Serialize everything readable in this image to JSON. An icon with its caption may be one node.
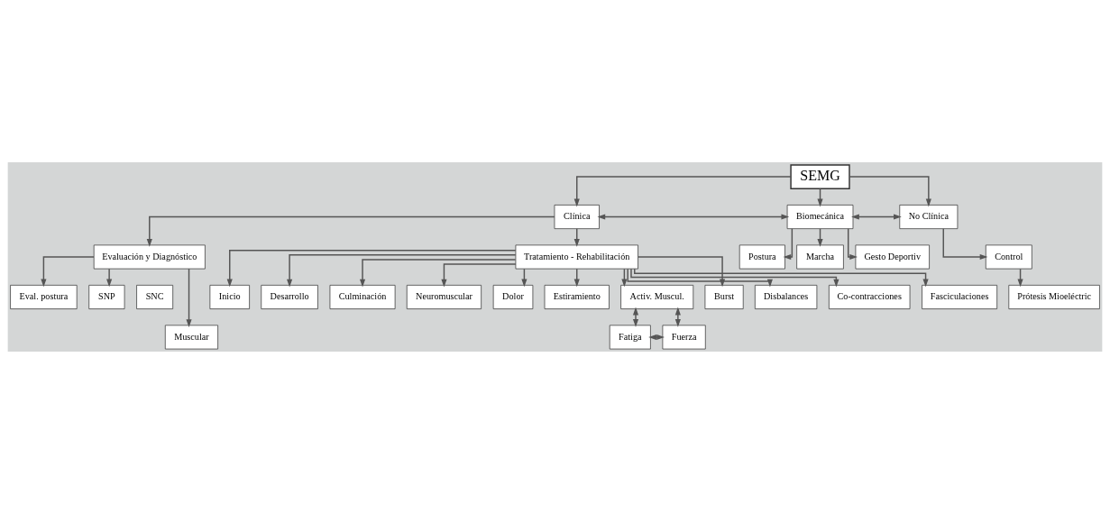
{
  "diagram": {
    "nodes": [
      {
        "text": [
          "SEMG"
        ]
      },
      {
        "text": [
          "Clínica"
        ]
      },
      {
        "text": [
          "Biomecánica"
        ]
      },
      {
        "text": [
          "No Clínica"
        ]
      },
      {
        "text": [
          "Evaluación y Diagnóstico"
        ]
      },
      {
        "text": [
          "Tratamiento - Rehabilitación"
        ]
      },
      {
        "text": [
          "Postura"
        ]
      },
      {
        "text": [
          "Marcha"
        ]
      },
      {
        "text": [
          "Gesto Deportiv"
        ]
      },
      {
        "text": [
          "Control"
        ]
      },
      {
        "text": [
          "Inicio"
        ]
      },
      {
        "text": [
          "Desarrollo"
        ]
      },
      {
        "text": [
          "Culminación"
        ]
      },
      {
        "text": [
          "Prótesis Mioeléctric"
        ]
      },
      {
        "text": [
          "Eval. postura"
        ]
      },
      {
        "text": [
          "SNP"
        ]
      },
      {
        "text": [
          "SNC"
        ]
      },
      {
        "text": [
          "Neuromuscular"
        ]
      },
      {
        "text": [
          "Dolor"
        ]
      },
      {
        "text": [
          "Estiramiento"
        ]
      },
      {
        "text": [
          "Activ. Muscul."
        ]
      },
      {
        "text": [
          "Fatiga"
        ]
      },
      {
        "text": [
          "Fuerza"
        ]
      },
      {
        "text": [
          "Muscular"
        ]
      },
      {
        "text": [
          "Burst"
        ]
      },
      {
        "text": [
          "Disbalances"
        ]
      },
      {
        "text": [
          "Co-contracciones"
        ]
      },
      {
        "text": [
          "Fasciculaciones"
        ]
      }
    ],
    "edges": [
      {
        "from": 0,
        "to": 1,
        "arrow": "to"
      },
      {
        "from": 0,
        "to": 2,
        "arrow": "to"
      },
      {
        "from": 0,
        "to": 3,
        "arrow": "to"
      },
      {
        "from": 1,
        "to": 2,
        "arrow": "both"
      },
      {
        "from": 2,
        "to": 3,
        "arrow": "both"
      },
      {
        "from": 1,
        "to": 4,
        "arrow": "to"
      },
      {
        "from": 1,
        "to": 5,
        "arrow": "to"
      },
      {
        "from": 2,
        "to": 6,
        "arrow": "to"
      },
      {
        "from": 2,
        "to": 7,
        "arrow": "to"
      },
      {
        "from": 2,
        "to": 8,
        "arrow": "to"
      },
      {
        "from": 3,
        "to": 9,
        "arrow": "to"
      },
      {
        "from": 9,
        "to": 13,
        "arrow": "to"
      },
      {
        "from": 5,
        "to": 10,
        "arrow": "to"
      },
      {
        "from": 5,
        "to": 11,
        "arrow": "to"
      },
      {
        "from": 5,
        "to": 12,
        "arrow": "to"
      },
      {
        "from": 4,
        "to": 14,
        "arrow": "to"
      },
      {
        "from": 4,
        "to": 15,
        "arrow": "to"
      },
      {
        "from": 4,
        "to": 23,
        "arrow": "to"
      },
      {
        "from": 5,
        "to": 17,
        "arrow": "to"
      },
      {
        "from": 5,
        "to": 18,
        "arrow": "to"
      },
      {
        "from": 5,
        "to": 19,
        "arrow": "to"
      },
      {
        "from": 5,
        "to": 20,
        "arrow": "to"
      },
      {
        "from": 5,
        "to": 24,
        "arrow": "to"
      },
      {
        "from": 5,
        "to": 25,
        "arrow": "to"
      },
      {
        "from": 5,
        "to": 26,
        "arrow": "to"
      },
      {
        "from": 5,
        "to": 27,
        "arrow": "to"
      },
      {
        "from": 20,
        "to": 21,
        "arrow": "both"
      },
      {
        "from": 20,
        "to": 22,
        "arrow": "both"
      },
      {
        "from": 21,
        "to": 22,
        "arrow": "both"
      }
    ]
  }
}
